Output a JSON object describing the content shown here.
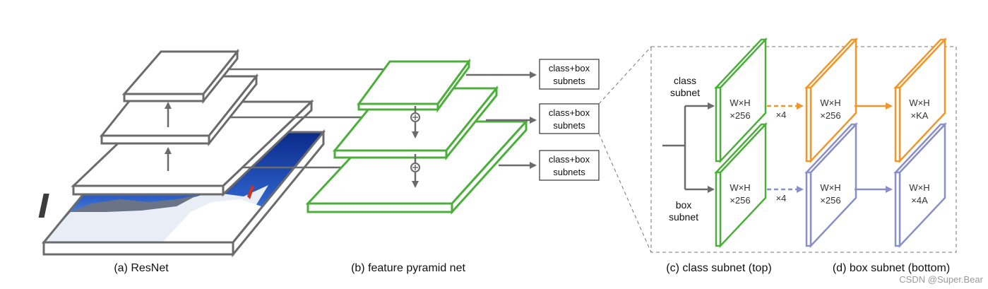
{
  "captions": {
    "resnet": "(a) ResNet",
    "fpn": "(b) feature pyramid net",
    "class_subnet": "(c) class subnet (top)",
    "box_subnet": "(d) box subnet (bottom)"
  },
  "subnet_box_label_top": "class+box",
  "subnet_box_label_bottom": "subnets",
  "subnet_side_labels": {
    "class_1": "class",
    "class_2": "subnet",
    "box_1": "box",
    "box_2": "subnet"
  },
  "feature_labels": {
    "wh": "W×H",
    "c256": "×256",
    "ka": "×KA",
    "a4": "×4A",
    "times4": "×4"
  },
  "watermark": "CSDN @Super.Bear",
  "colors": {
    "gray": "#6b6b6b",
    "green": "#4caf3c",
    "orange": "#f0962a",
    "purple": "#8a8fc8"
  }
}
